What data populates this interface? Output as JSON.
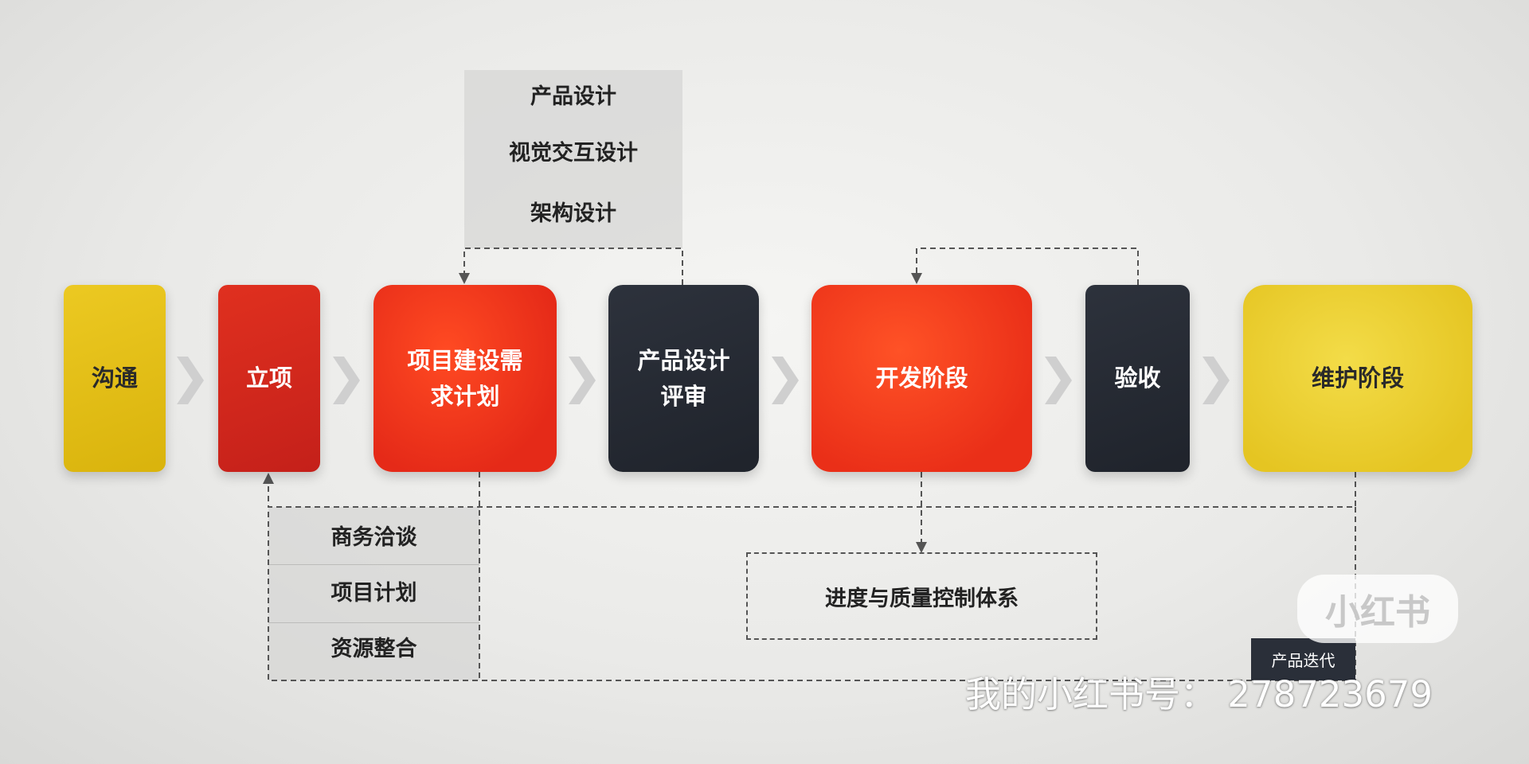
{
  "stages": [
    {
      "label": "沟通"
    },
    {
      "label": "立项"
    },
    {
      "label": "项目建设需求计划"
    },
    {
      "label": "产品设计评审"
    },
    {
      "label": "开发阶段"
    },
    {
      "label": "验收"
    },
    {
      "label": "维护阶段"
    }
  ],
  "design_tasks": [
    "产品设计",
    "视觉交互设计",
    "架构设计"
  ],
  "planning_tasks": [
    "商务洽谈",
    "项目计划",
    "资源整合"
  ],
  "quality_box": "进度与质量控制体系",
  "iteration_label": "产品迭代",
  "watermark": {
    "logo": "小红书",
    "account": "我的小红书号： 278723679"
  },
  "colors": {
    "yellow": "#e6c21a",
    "red": "#d52a1f",
    "orange_red": "#f03a1c",
    "dark": "#262a33",
    "chevron": "#cfcfcf",
    "connector": "#555555"
  }
}
